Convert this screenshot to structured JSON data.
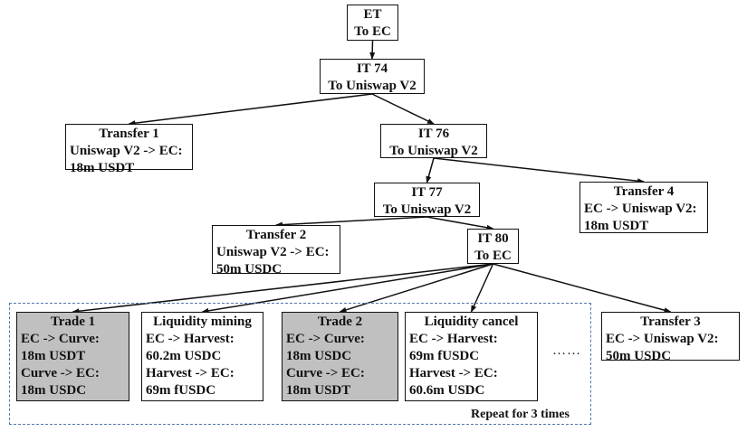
{
  "nodes": {
    "et": {
      "line1": "ET",
      "line2": "To EC"
    },
    "it74": {
      "line1": "IT 74",
      "line2": "To Uniswap V2"
    },
    "it76": {
      "line1": "IT 76",
      "line2": "To Uniswap V2"
    },
    "it77": {
      "line1": "IT 77",
      "line2": "To Uniswap V2"
    },
    "it80": {
      "line1": "IT 80",
      "line2": "To EC"
    },
    "transfer1": {
      "title": "Transfer 1",
      "line1": "Uniswap V2 -> EC:",
      "line2": "18m USDT"
    },
    "transfer2": {
      "title": "Transfer 2",
      "line1": "Uniswap V2 -> EC:",
      "line2": "50m USDC"
    },
    "transfer3": {
      "title": "Transfer 3",
      "line1": "EC -> Uniswap V2:",
      "line2": "50m USDC"
    },
    "transfer4": {
      "title": "Transfer 4",
      "line1": "EC -> Uniswap V2:",
      "line2": "18m USDT"
    },
    "trade1": {
      "title": "Trade 1",
      "line1": "EC -> Curve:",
      "line2": "18m USDT",
      "line3": "Curve -> EC:",
      "line4": "18m USDC"
    },
    "liquidity_mining": {
      "title": "Liquidity mining",
      "line1": "EC -> Harvest:",
      "line2": "60.2m USDC",
      "line3": "Harvest -> EC:",
      "line4": "69m fUSDC"
    },
    "trade2": {
      "title": "Trade 2",
      "line1": "EC -> Curve:",
      "line2": "18m USDC",
      "line3": "Curve -> EC:",
      "line4": "18m USDT"
    },
    "liquidity_cancel": {
      "title": "Liquidity cancel",
      "line1": "EC -> Harvest:",
      "line2": "69m fUSDC",
      "line3": "Harvest -> EC:",
      "line4": "60.6m USDC"
    }
  },
  "group": {
    "label": "Repeat for 3 times",
    "ellipsis": "……"
  },
  "edges": [
    [
      "et",
      "it74"
    ],
    [
      "it74",
      "transfer1"
    ],
    [
      "it74",
      "it76"
    ],
    [
      "it76",
      "it77"
    ],
    [
      "it76",
      "transfer4"
    ],
    [
      "it77",
      "transfer2"
    ],
    [
      "it77",
      "it80"
    ],
    [
      "it80",
      "trade1"
    ],
    [
      "it80",
      "liquidity_mining"
    ],
    [
      "it80",
      "trade2"
    ],
    [
      "it80",
      "liquidity_cancel"
    ],
    [
      "it80",
      "transfer3"
    ]
  ],
  "colors": {
    "highlight_fill": "#c0c0c0",
    "group_border": "#5577aa"
  }
}
